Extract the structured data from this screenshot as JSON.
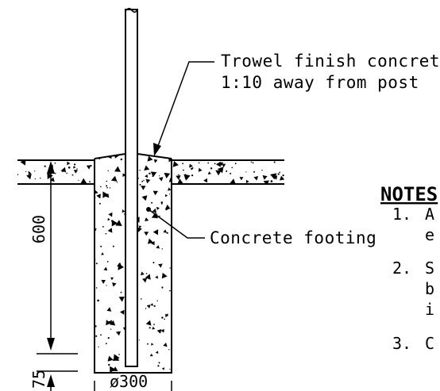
{
  "callouts": {
    "trowel_line1": "Trowel finish concrete",
    "trowel_line2": "1:10 away from post",
    "footing": "Concrete footing"
  },
  "dimensions": {
    "depth": "600",
    "bottom": "75",
    "diameter": "ø300"
  },
  "notes": {
    "heading": "NOTES",
    "items": [
      {
        "num": "1.",
        "line1": "A",
        "line2": "e"
      },
      {
        "num": "2.",
        "line1": "S",
        "line2": "b",
        "line3": "i"
      },
      {
        "num": "3.",
        "line1": "C"
      }
    ]
  },
  "colors": {
    "line": "#000000",
    "background": "#ffffff"
  }
}
